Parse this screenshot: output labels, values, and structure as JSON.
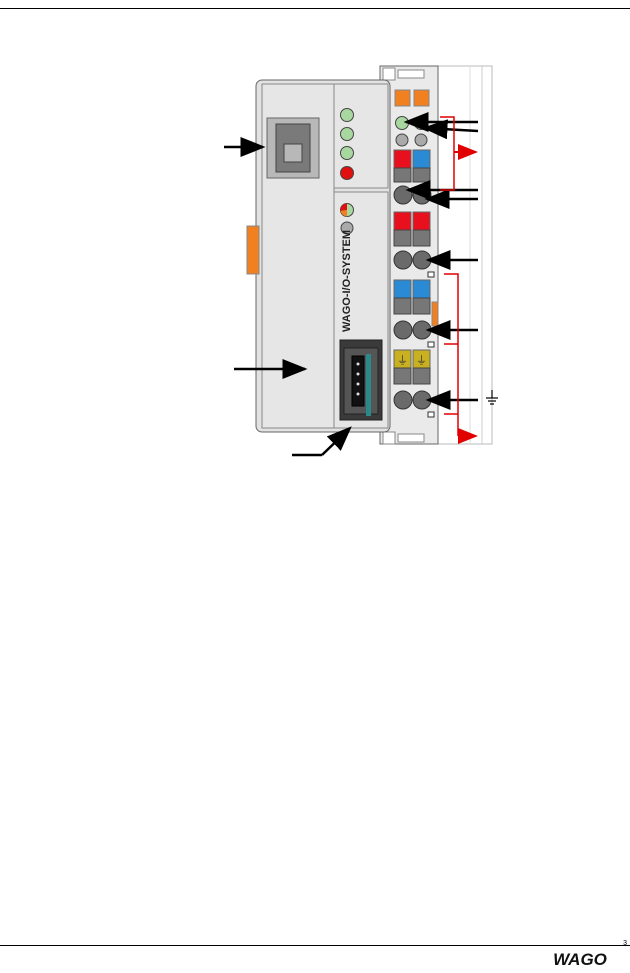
{
  "figure": {
    "module_text": "WAGO-I/O-SYSTEM",
    "ground_symbol": "ground-icon"
  },
  "footer": {
    "logo_text": "WAGO",
    "page_mark": "3"
  }
}
